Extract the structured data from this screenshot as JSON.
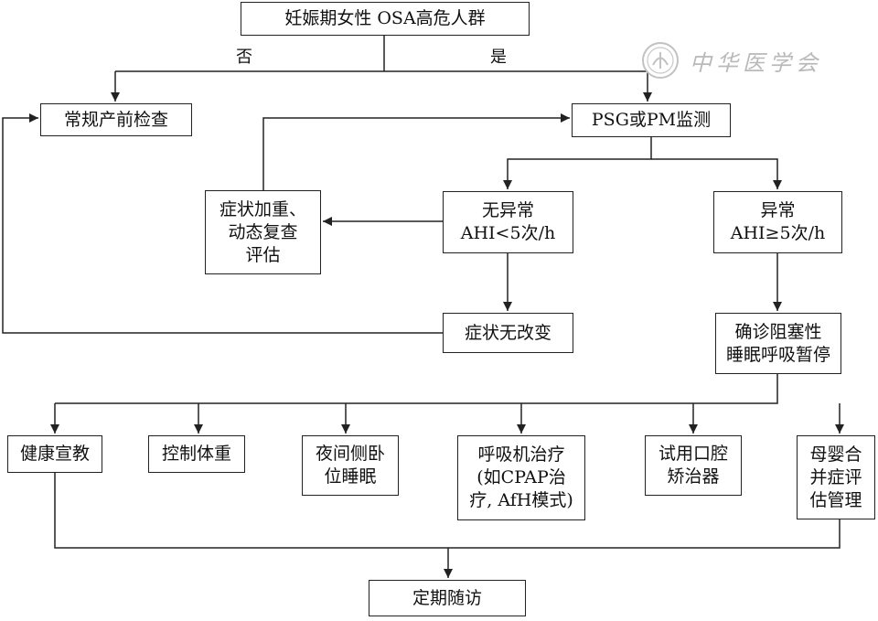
{
  "nodes": {
    "start": [
      "妊娠期女性 OSA高危人群"
    ],
    "routine": [
      "常规产前检查"
    ],
    "psg": [
      "PSG或PM监测"
    ],
    "symptom_worse": [
      "症状加重、",
      "动态复查",
      "评估"
    ],
    "normal": [
      "无异常",
      "AHI<5次/h"
    ],
    "abnormal": [
      "异常",
      "AHI≥5次/h"
    ],
    "no_change": [
      "症状无改变"
    ],
    "diagnosis": [
      "确诊阻塞性",
      "睡眠呼吸暂停"
    ],
    "health_edu": [
      "健康宣教"
    ],
    "weight": [
      "控制体重"
    ],
    "side_sleep": [
      "夜间侧卧",
      "位睡眠"
    ],
    "ventilator": [
      "呼吸机治疗",
      "(如CPAP治",
      "疗, AfH模式)"
    ],
    "oral": [
      "试用口腔",
      "矫治器"
    ],
    "complication": [
      "母婴合",
      "并症评",
      "估管理"
    ],
    "followup": [
      "定期随访"
    ]
  },
  "labels": {
    "no": "否",
    "yes": "是"
  },
  "watermark": {
    "text": "中华医学会",
    "icon": "seal-logo-icon"
  }
}
